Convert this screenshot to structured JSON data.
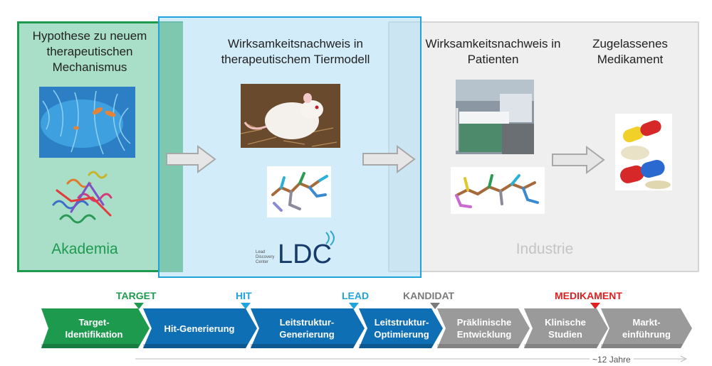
{
  "zones": {
    "akademia": {
      "title": "Hypothese zu neuem therapeutischen Mechanismus",
      "label": "Akademia",
      "label_color": "#1e9a4f"
    },
    "ldc": {
      "title": "Wirksamkeitsnachweis in therapeutischem Tiermodell",
      "logo_text": "LDC",
      "logo_sub1": "Lead",
      "logo_sub2": "Discovery",
      "logo_sub3": "Center"
    },
    "industrie": {
      "title1": "Wirksamkeitsnachweis in Patienten",
      "title2": "Zugelassenes Medikament",
      "label": "Industrie",
      "label_color": "#c4c4c4"
    }
  },
  "milestones": [
    {
      "label": "TARGET",
      "color": "#1e9a4f"
    },
    {
      "label": "HIT",
      "color": "#1fa3dc"
    },
    {
      "label": "LEAD",
      "color": "#1fa3dc"
    },
    {
      "label": "KANDIDAT",
      "color": "#7a7a7a"
    },
    {
      "label": "MEDIKAMENT",
      "color": "#e02020"
    }
  ],
  "stages": [
    {
      "label": "Target-Identifikation",
      "line1": "Target-",
      "line2": "Identifikation",
      "color": "#1e9a4f"
    },
    {
      "label": "Hit-Generierung",
      "line1": "Hit-Generierung",
      "line2": "",
      "color": "#0f6fb5"
    },
    {
      "label": "Leitstruktur-Generierung",
      "line1": "Leitstruktur-",
      "line2": "Generierung",
      "color": "#0f6fb5"
    },
    {
      "label": "Leitstruktur-Optimierung",
      "line1": "Leitstruktur-",
      "line2": "Optimierung",
      "color": "#0f6fb5"
    },
    {
      "label": "Präklinische Entwicklung",
      "line1": "Präklinische",
      "line2": "Entwicklung",
      "color": "#9a9a9a"
    },
    {
      "label": "Klinische Studien",
      "line1": "Klinische",
      "line2": "Studien",
      "color": "#9a9a9a"
    },
    {
      "label": "Markteinführung",
      "line1": "Markt-",
      "line2": "einführung",
      "color": "#9a9a9a"
    }
  ],
  "timeline": {
    "label": "~12 Jahre"
  },
  "icons": [
    "bacteria-image",
    "protein-structure-image",
    "mouse-image",
    "molecule-image",
    "hospital-bed-image",
    "pills-image",
    "arrow-icon"
  ]
}
